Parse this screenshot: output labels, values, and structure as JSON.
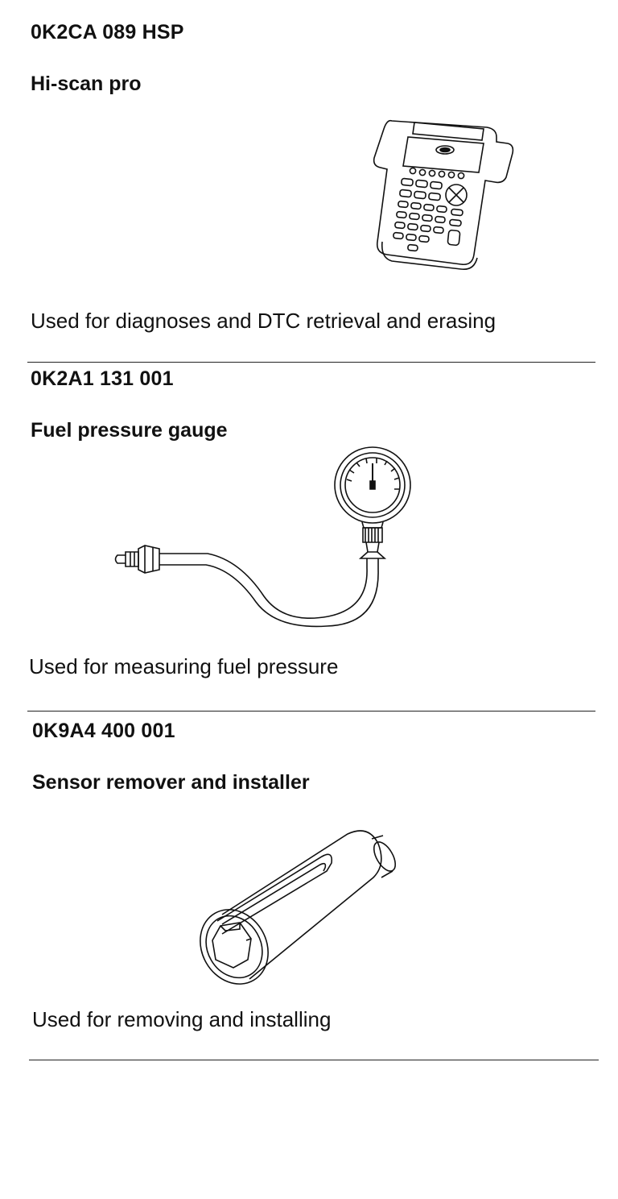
{
  "tools": [
    {
      "part_number": "0K2CA 089 HSP",
      "name": "Hi-scan pro",
      "usage": "Used for diagnoses and DTC retrieval and erasing",
      "illustration": "hi-scan-pro-tester"
    },
    {
      "part_number": "0K2A1 131 001",
      "name": "Fuel pressure gauge",
      "usage": "Used for measuring fuel pressure",
      "illustration": "fuel-pressure-gauge"
    },
    {
      "part_number": "0K9A4 400 001",
      "name": "Sensor remover and installer",
      "usage": "Used for removing and installing",
      "illustration": "sensor-remover-installer"
    }
  ]
}
